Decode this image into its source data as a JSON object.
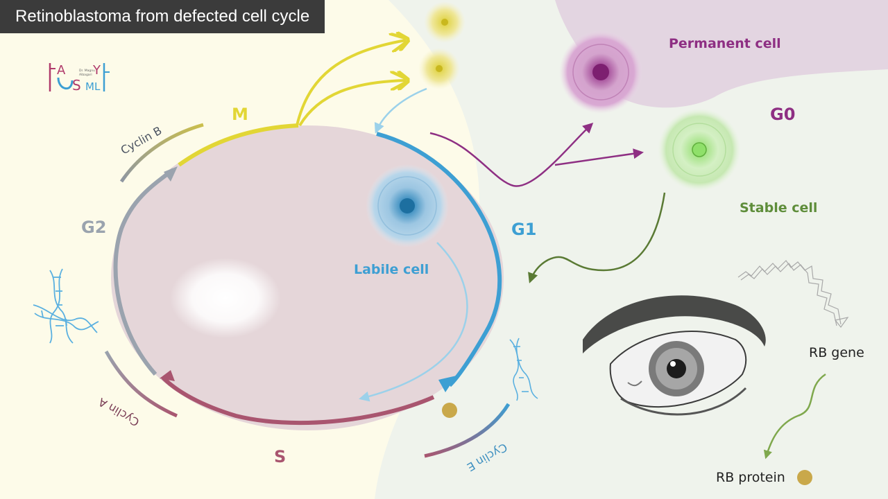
{
  "title": "Retinoblastoma from defected cell cycle",
  "logo": {
    "letters": [
      "A",
      "S",
      "Y",
      "ML"
    ],
    "small_text": [
      "Dr. Magnu",
      "Albagari"
    ]
  },
  "phases": {
    "m": "M",
    "g1": "G1",
    "g2": "G2",
    "s": "S",
    "g0": "G0"
  },
  "cyclins": {
    "b": "Cyclin B",
    "a": "Cyclin A",
    "e": "Cyclin E"
  },
  "cells": {
    "labile": "Labile cell",
    "permanent": "Permanent cell",
    "stable": "Stable cell"
  },
  "rb": {
    "gene": "RB gene",
    "protein": "RB protein"
  },
  "colors": {
    "m_phase": "#e2d635",
    "g1_phase": "#3d9fd3",
    "g2_phase": "#9aa3ae",
    "s_phase": "#a9556f",
    "permanent": "#8e2f83",
    "stable": "#5e8d3a",
    "labile": "#3d9fd3",
    "rb_dot": "#c9a84a"
  },
  "icons": [
    "logo-icon",
    "dna-helix-icon",
    "eye-illustration",
    "rb-gene-chain-icon"
  ]
}
